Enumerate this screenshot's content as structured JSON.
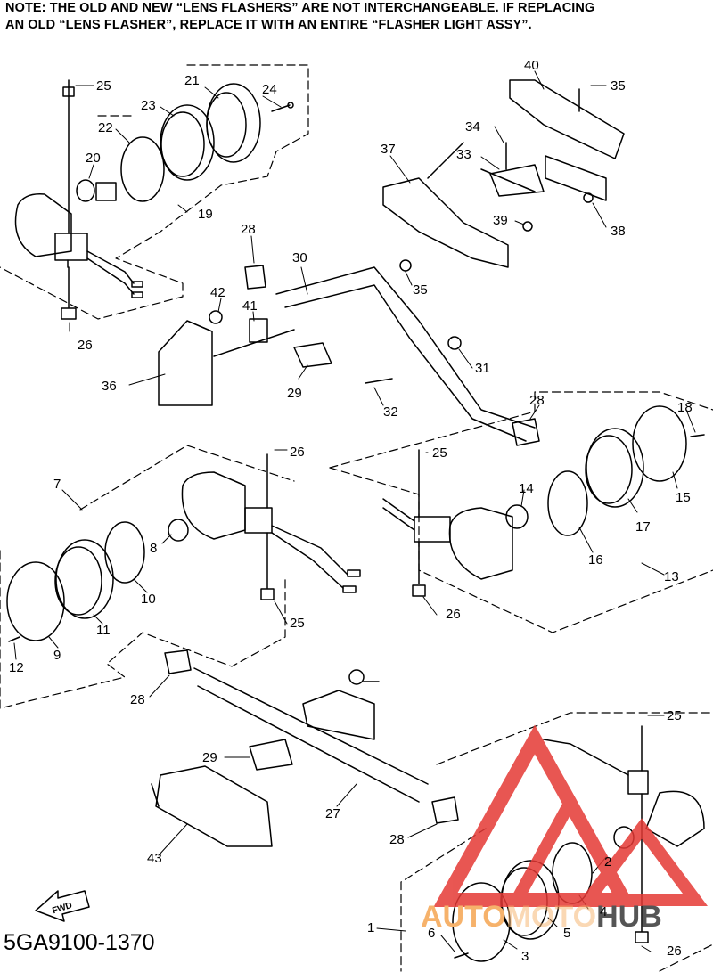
{
  "header": {
    "note_line1": "NOTE: THE OLD AND NEW “LENS FLASHERS” ARE NOT INTERCHANGEABLE. IF REPLACING",
    "note_line2": "AN OLD “LENS FLASHER”, REPLACE IT WITH AN ENTIRE “FLASHER LIGHT ASSY”."
  },
  "diagram": {
    "part_code": "5GA9100-1370",
    "fwd_label": "FWD",
    "callouts": [
      "25",
      "21",
      "24",
      "23",
      "22",
      "20",
      "19",
      "26",
      "40",
      "35",
      "34",
      "33",
      "37",
      "39",
      "38",
      "28",
      "30",
      "35",
      "42",
      "41",
      "36",
      "29",
      "31",
      "32",
      "28",
      "18",
      "25",
      "7",
      "14",
      "15",
      "17",
      "16",
      "13",
      "8",
      "10",
      "11",
      "9",
      "12",
      "26",
      "25",
      "26",
      "28",
      "29",
      "27",
      "28",
      "43",
      "25",
      "2",
      "4",
      "5",
      "3",
      "6",
      "1",
      "26"
    ]
  },
  "watermark": {
    "part1": "AUTO",
    "part2": "MOTO",
    "part3": "HUB",
    "color_main": "#e53935",
    "color_secondary": "#f6b26b",
    "color_dark": "#555555"
  }
}
